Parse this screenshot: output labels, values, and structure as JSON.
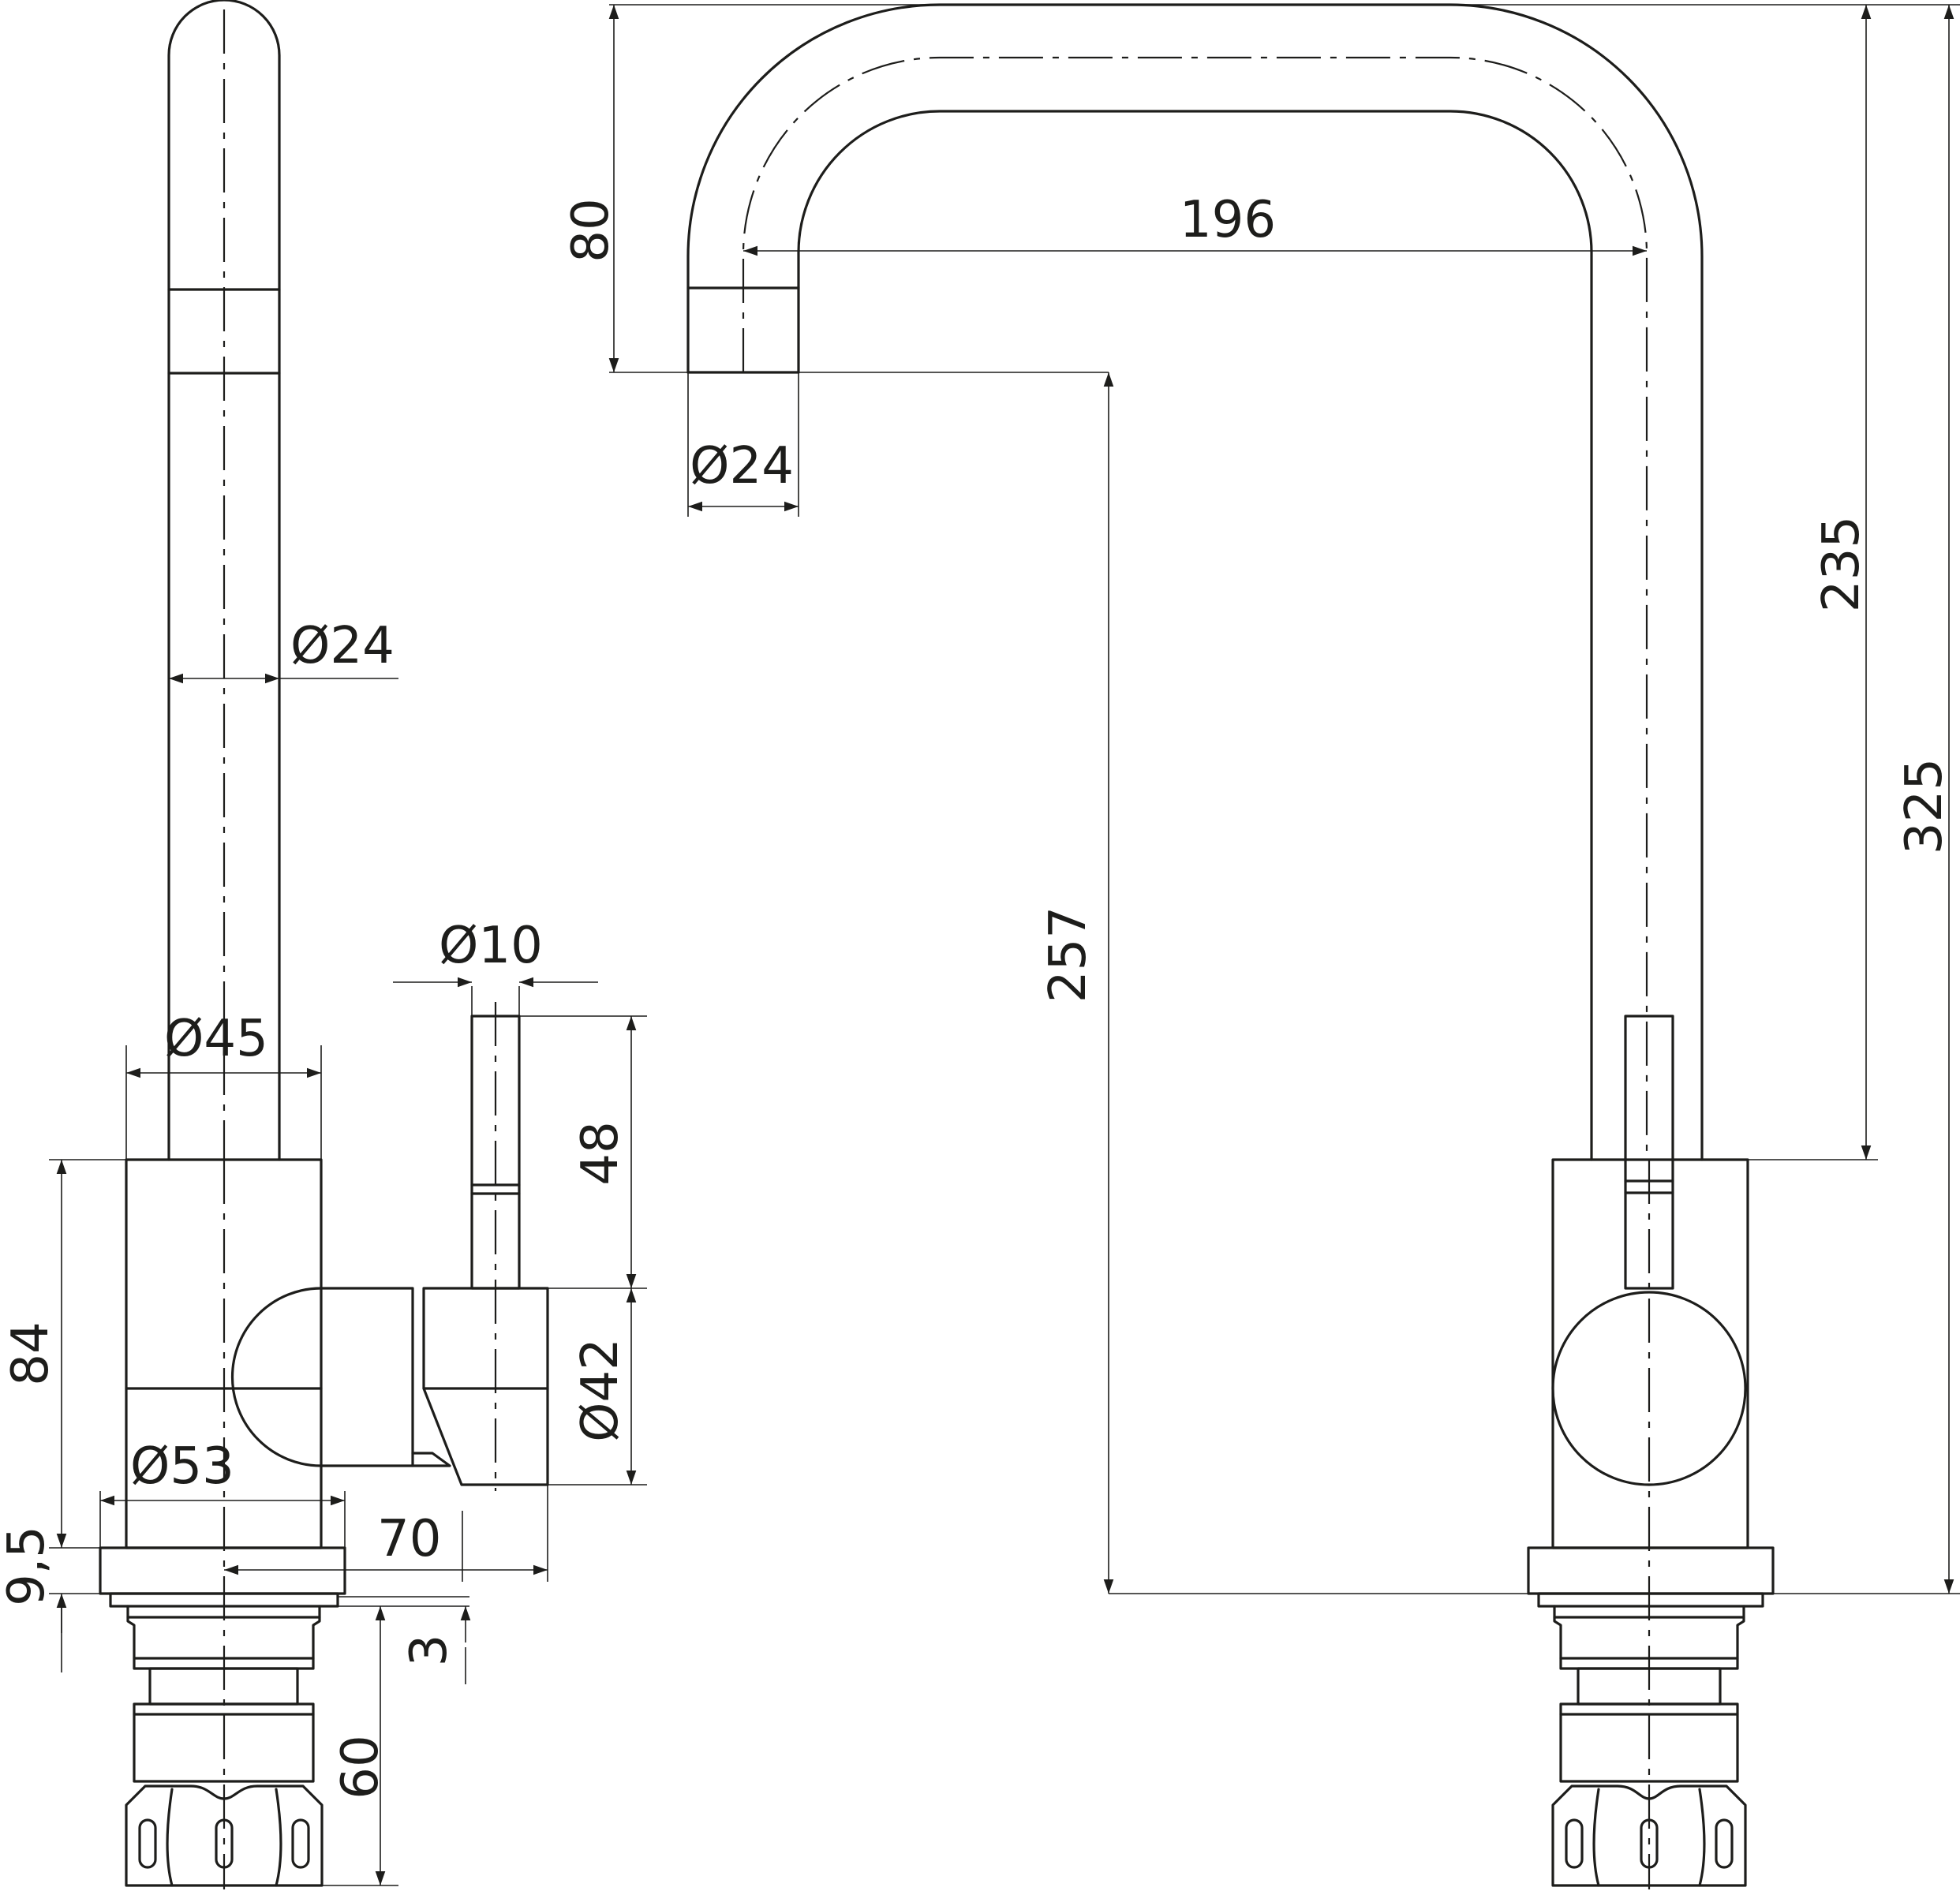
{
  "drawing": {
    "labels": {
      "height_80": "80",
      "reach_196": "196",
      "outlet_d24": "Ø24",
      "spout_d24": "Ø24",
      "height_235": "235",
      "height_325": "325",
      "height_257": "257",
      "lever_d10": "Ø10",
      "body_d45": "Ø45",
      "lever_48": "48",
      "body_84": "84",
      "handle_d42": "Ø42",
      "base_d53": "Ø53",
      "depth_70": "70",
      "washer_9_5": "9,5",
      "gap_3": "3",
      "shank_60": "60"
    }
  }
}
